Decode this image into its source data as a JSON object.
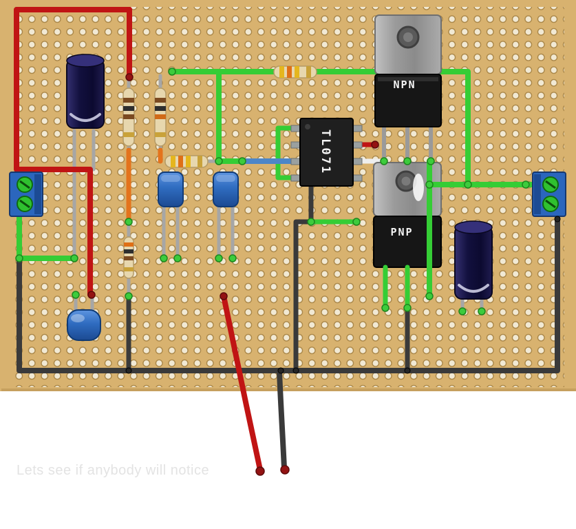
{
  "caption": "Lets see if anybody will notice",
  "labels": {
    "ic": "TL071",
    "npn": "NPN",
    "pnp": "PNP"
  },
  "colors": {
    "board": "#d8b26f",
    "hole": "#f1e9d4",
    "wire_red": "#c01414",
    "wire_green": "#35cd35",
    "wire_black": "#3a3a3a",
    "wire_blue": "#4d86c8",
    "wire_white": "#eeeeee",
    "wire_orange": "#e4731c",
    "electrolytic_body": "#12103e",
    "film_capacitor": "#2f6cc0",
    "terminal_body": "#2b66bd",
    "terminal_screw": "#2fc12f"
  },
  "parts": [
    {
      "type": "electrolytic-capacitor",
      "position": "top-left"
    },
    {
      "type": "resistor",
      "position": "left-vertical-1"
    },
    {
      "type": "resistor",
      "position": "left-vertical-2"
    },
    {
      "type": "resistor",
      "position": "middle-horizontal"
    },
    {
      "type": "resistor",
      "position": "top-horizontal"
    },
    {
      "type": "resistor",
      "position": "lower-left-vertical"
    },
    {
      "type": "film-capacitor",
      "position": "middle-left-1"
    },
    {
      "type": "film-capacitor",
      "position": "middle-left-2"
    },
    {
      "type": "film-capacitor",
      "position": "bottom-left"
    },
    {
      "type": "op-amp-ic",
      "label": "TL071",
      "position": "center"
    },
    {
      "type": "transistor",
      "label": "NPN",
      "position": "top-right"
    },
    {
      "type": "transistor",
      "label": "PNP",
      "position": "mid-right"
    },
    {
      "type": "electrolytic-capacitor",
      "position": "right"
    },
    {
      "type": "screw-terminal",
      "position": "left-edge"
    },
    {
      "type": "screw-terminal",
      "position": "right-edge"
    }
  ]
}
